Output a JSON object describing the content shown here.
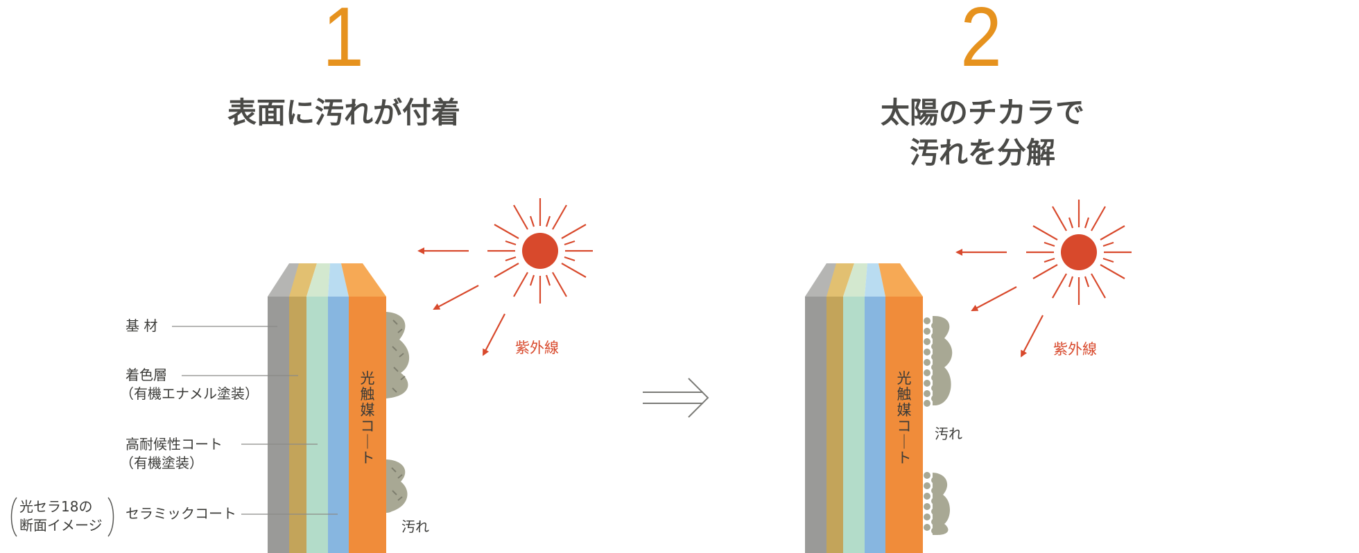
{
  "colors": {
    "accent_orange": "#e6921e",
    "uv_red": "#d8492c",
    "background": "#ededе8",
    "heading": "#4a4a47",
    "layer_substrate": "#9a9a98",
    "layer_color": "#c3a45a",
    "layer_weather": "#b3dcc9",
    "layer_ceramic": "#87b6e0",
    "layer_photocatalyst": "#f08c3a",
    "dirt": "#a8a894"
  },
  "steps": [
    {
      "number": "1",
      "title_lines": [
        "表面に汚れが付着"
      ],
      "uv_label": "紫外線",
      "coat_label": "光触媒コート",
      "dirt_label": "汚れ",
      "icon": "sun-icon"
    },
    {
      "number": "2",
      "title_lines": [
        "太陽のチカラで",
        "汚れを分解"
      ],
      "uv_label": "紫外線",
      "coat_label": "光触媒コート",
      "dirt_label": "汚れ",
      "icon": "sun-icon"
    }
  ],
  "layers": [
    {
      "label_lines": [
        "基 材"
      ]
    },
    {
      "label_lines": [
        "着色層",
        "（有機エナメル塗装）"
      ]
    },
    {
      "label_lines": [
        "高耐候性コート",
        "（有機塗装）"
      ]
    },
    {
      "label_lines": [
        "セラミックコート"
      ]
    }
  ],
  "cross_section_badge": [
    "光セラ18の",
    "断面イメージ"
  ],
  "transition_icon": "double-arrow-right-icon"
}
